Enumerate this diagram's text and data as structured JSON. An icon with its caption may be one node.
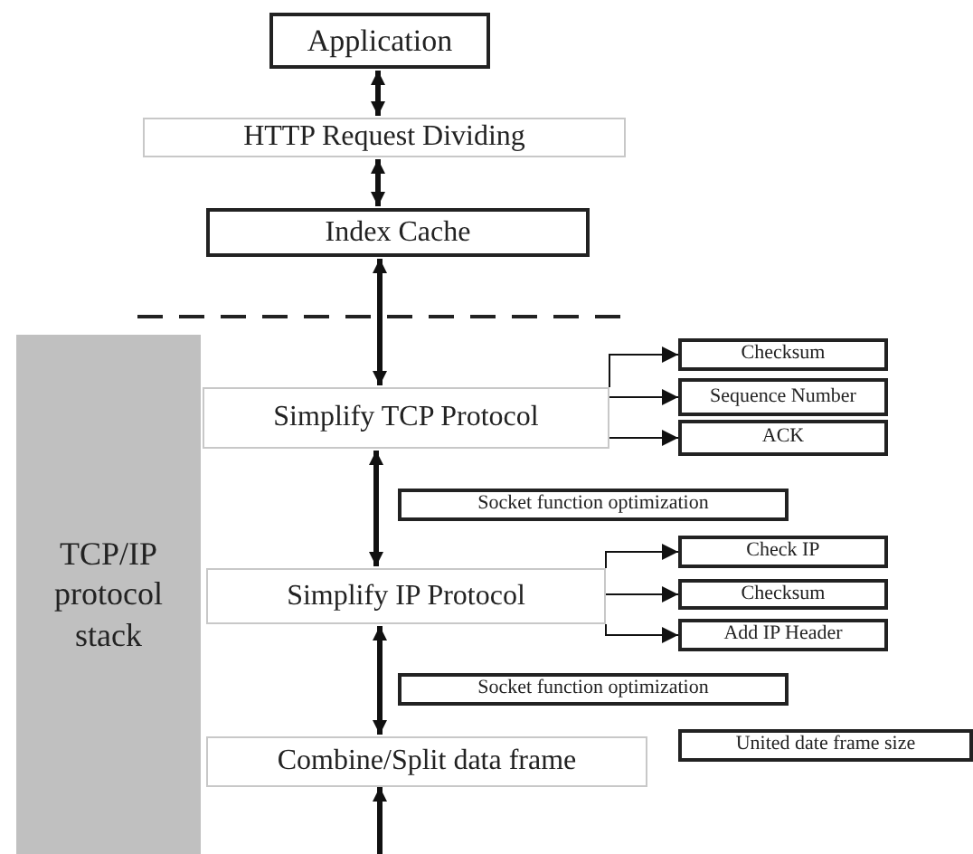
{
  "diagram": {
    "nodes": [
      {
        "text": [
          "Application"
        ]
      },
      {
        "text": [
          "HTTP Request Dividing"
        ]
      },
      {
        "text": [
          "Index Cache"
        ]
      },
      {
        "text": [
          "TCP/IP protocol stack"
        ]
      },
      {
        "text": [
          "Simplify TCP Protocol"
        ]
      },
      {
        "text": [
          "Checksum"
        ]
      },
      {
        "text": [
          "Sequence Number"
        ]
      },
      {
        "text": [
          "ACK"
        ]
      },
      {
        "text": [
          "Socket function optimization"
        ]
      },
      {
        "text": [
          "Simplify IP Protocol"
        ]
      },
      {
        "text": [
          "Check IP"
        ]
      },
      {
        "text": [
          "Checksum"
        ]
      },
      {
        "text": [
          "Add IP Header"
        ]
      },
      {
        "text": [
          "Socket function optimization"
        ]
      },
      {
        "text": [
          "Combine/Split data frame"
        ]
      },
      {
        "text": [
          "United date frame size"
        ]
      }
    ],
    "edges": [
      {
        "from": 0,
        "to": 1,
        "arrow": "both",
        "style": "thick"
      },
      {
        "from": 1,
        "to": 2,
        "arrow": "both",
        "style": "thick"
      },
      {
        "from": 2,
        "to": 4,
        "arrow": "both",
        "style": "thick"
      },
      {
        "from": 4,
        "to": 5,
        "arrow": "to"
      },
      {
        "from": 4,
        "to": 6,
        "arrow": "to"
      },
      {
        "from": 4,
        "to": 7,
        "arrow": "to"
      },
      {
        "from": 4,
        "to": 9,
        "arrow": "both",
        "style": "thick"
      },
      {
        "from": 9,
        "to": 10,
        "arrow": "to"
      },
      {
        "from": 9,
        "to": 11,
        "arrow": "to"
      },
      {
        "from": 9,
        "to": 12,
        "arrow": "to"
      },
      {
        "from": 9,
        "to": 14,
        "arrow": "both",
        "style": "thick"
      },
      {
        "from": null,
        "to": 14,
        "arrow": "to",
        "style": "thick"
      }
    ]
  }
}
